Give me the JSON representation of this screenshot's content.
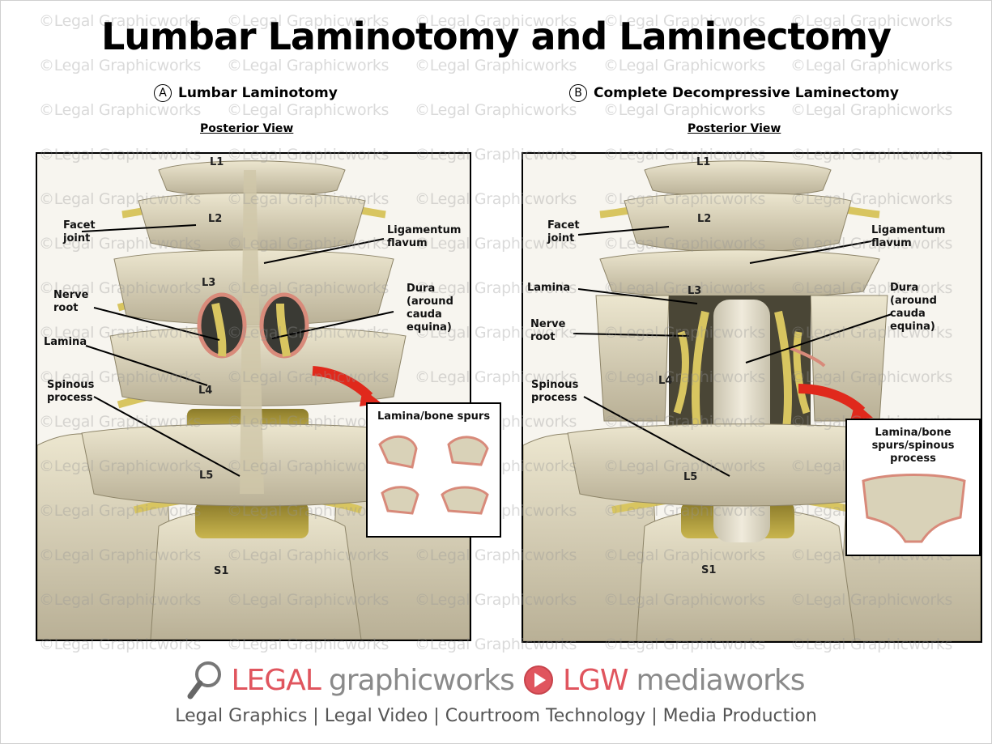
{
  "title": "Lumbar Laminotomy and Laminectomy",
  "watermark": "©Legal Graphicworks",
  "panel_a": {
    "letter": "A",
    "heading": "Lumbar Laminotomy",
    "view": "Posterior View",
    "levels": [
      "L1",
      "L2",
      "L3",
      "L4",
      "L5",
      "S1"
    ],
    "labels": {
      "facet": "Facet joint",
      "ligamentum": "Ligamentum flavum",
      "nerve": "Nerve root",
      "dura": "Dura (around cauda equina)",
      "lamina": "Lamina",
      "spinous": "Spinous process"
    },
    "inset_title": "Lamina/bone spurs"
  },
  "panel_b": {
    "letter": "B",
    "heading": "Complete Decompressive Laminectomy",
    "view": "Posterior View",
    "levels": [
      "L1",
      "L2",
      "L3",
      "L4",
      "L5",
      "S1"
    ],
    "labels": {
      "facet": "Facet joint",
      "ligamentum": "Ligamentum flavum",
      "lamina": "Lamina",
      "nerve": "Nerve root",
      "dura": "Dura (around cauda equina)",
      "spinous": "Spinous process"
    },
    "inset_title": "Lamina/bone spurs/spinous process"
  },
  "footer": {
    "legal": "LEGAL",
    "graphicworks": "graphicworks",
    "lgw": "LGW",
    "mediaworks": "mediaworks",
    "tagline": "Legal Graphics | Legal Video | Courtroom Technology | Media Production"
  },
  "colors": {
    "bone": "#d9d2b8",
    "nerve": "#d8c560",
    "dura": "#e8e2cf",
    "brand_red": "#e0555e",
    "arrow_red": "#e0291c"
  }
}
